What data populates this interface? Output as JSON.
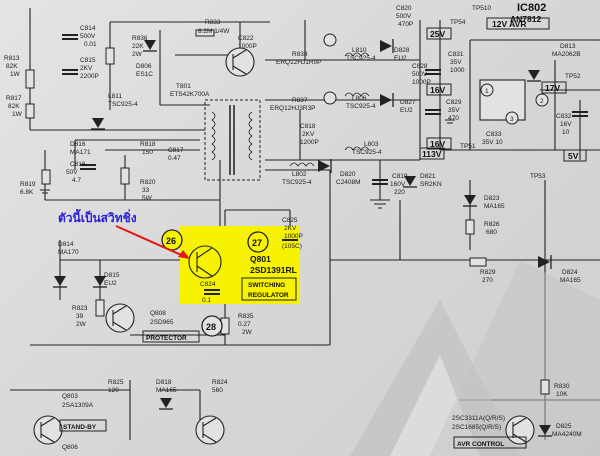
{
  "callout": {
    "text": "ตัวนี้เป็นสวิทชิ่ง",
    "text_color": "#2a20d8",
    "arrow_color": "#e01818"
  },
  "highlight_color": "#f6f200",
  "ic": {
    "name": "IC802",
    "part": "AN7812",
    "box_label": "12V AVR"
  },
  "tp": {
    "tp10": "TP510",
    "tp54": "TP54",
    "tp52": "TP52",
    "tp51": "TP51",
    "tp53": "TP53"
  },
  "voltage_boxes": {
    "v25": "25V",
    "v16a": "16V",
    "v16b": "16V",
    "v113": "113V",
    "v17": "17V",
    "v5": "5V"
  },
  "nodes": {
    "n26": "26",
    "n27": "27",
    "n28": "28",
    "p1": "1",
    "p2": "2",
    "p3": "3"
  },
  "blocks": {
    "switching_regulator_line1": "SWITCHING",
    "switching_regulator_line2": "REGULATOR",
    "protector": "PROTECTOR",
    "standby": "STAND-BY",
    "avr_control": "AVR CONTROL"
  },
  "transistors": {
    "q801": "Q801",
    "q801p": "2SD1391RL",
    "q808": "Q808",
    "q808p": "2SD965",
    "q803": "Q803",
    "q803p": "2SA1309A",
    "q806": "Q806",
    "q802_line1": "2SC3311A(Q/R/S)",
    "q802_line2": "2SC1685(Q/R/S)"
  },
  "labels": {
    "r813": "R813",
    "r813v": "82K",
    "r813w": "1W",
    "c814": "C814",
    "c814a": "500V",
    "c814b": "0.01",
    "r836": "R836",
    "r836v": "22K",
    "r836w": "2W",
    "d806": "D806",
    "d806p": "ES1C",
    "c815": "C815",
    "c815a": "2KV",
    "c815b": "2200P",
    "r833": "R833",
    "r833v": "8.2M 1/4W",
    "c822": "C822",
    "c822v": "1000P",
    "l811": "L811",
    "l811p": "TSC925-4",
    "t801": "T801",
    "t801p": "ETS42K700A",
    "r817": "R817",
    "r817v": "82K",
    "r817w": "1W",
    "d816": "D816",
    "d816p": "MA171",
    "r818": "R818",
    "r818v": "150",
    "c817": "C817",
    "c817v": "0.47",
    "c816": "C816",
    "c816a": "50V",
    "c816b": "4.7",
    "r819": "R819",
    "r819v": "6.8K",
    "r820": "R820",
    "r820a": "33",
    "r820b": "5W",
    "d814": "D814",
    "d814p": "MA170",
    "d815": "D815",
    "d815p": "EU2",
    "r823": "R823",
    "r823a": "39",
    "r823b": "2W",
    "c825": "C825",
    "c825a": "2KV",
    "c825b": "1000P",
    "c825c": "(105C)",
    "c824": "C824",
    "c824v": "0.1",
    "r835": "R835",
    "r835a": "0.27",
    "r835b": "2W",
    "r825": "R825",
    "r825v": "120",
    "d818": "D818",
    "d818p": "MA165",
    "r824": "R824",
    "r824v": "560",
    "r838": "R838",
    "r838p": "ERQ12HJ1R0P",
    "r837": "R837",
    "r837p": "ERQ12HJ3R3P",
    "l810": "L810",
    "l810p": "TSC925-4",
    "l806": "L806",
    "l806p": "TSC925-4",
    "l803": "L803",
    "l803p": "TSC925-4",
    "l802": "L802",
    "l802p": "TSC925-4",
    "d828": "D828",
    "d828p": "EU2",
    "d827": "D827",
    "d827p": "EU2",
    "c820": "C820",
    "c820a": "500V",
    "c820b": "470P",
    "c828": "C828",
    "c828a": "500V",
    "c828b": "1000P",
    "c831": "C831",
    "c831a": "35V",
    "c831b": "1000",
    "c829": "C829",
    "c829a": "35V",
    "c829b": "470",
    "c818": "C818",
    "c818a": "2KV",
    "c818b": "1200P",
    "d820": "D820",
    "d820p": "C2408M",
    "c819": "C819",
    "c819a": "160V",
    "c819b": "220",
    "d821": "D821",
    "d821p": "SR2KN",
    "d813": "D813",
    "d813p": "MA2062B",
    "c832": "C832",
    "c832a": "16V",
    "c832b": "10",
    "c833": "C833",
    "c833v": "35V 10",
    "d823": "D823",
    "d823p": "MA165",
    "r826": "R826",
    "r826v": "680",
    "r829": "R829",
    "r829v": "270",
    "d824": "D824",
    "d824p": "MA165",
    "r830": "R830",
    "r830v": "10K",
    "d825": "D825",
    "d825p": "MA4240M"
  }
}
